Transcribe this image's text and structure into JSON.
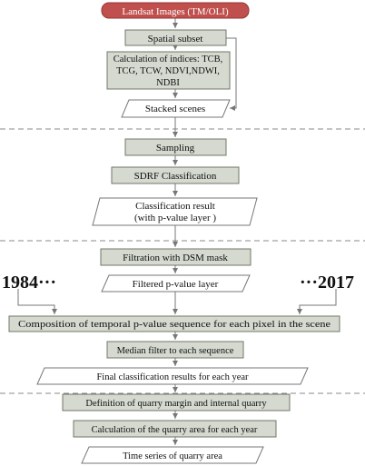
{
  "colors": {
    "start_fill": "#c0504d",
    "process_fill": "#d5d9cf",
    "process_stroke": "#6f7868",
    "io_fill": "#ffffff",
    "io_stroke": "#777777",
    "arrow": "#777777",
    "separator": "#8a8a8a"
  },
  "nodes": {
    "start": "Landsat Images (TM/OLI)",
    "spatial_subset": "Spatial subset",
    "indices_line1": "Calculation of indices: TCB,",
    "indices_line2": "TCG, TCW, NDVI,NDWI,",
    "indices_line3": "NDBI",
    "stacked_scenes": "Stacked scenes",
    "sampling": "Sampling",
    "sdrf": "SDRF Classification",
    "class_result_line1": "Classification result",
    "class_result_line2": "(with p-value layer )",
    "filtration": "Filtration with DSM mask",
    "filtered": "Filtered p-value layer",
    "composition": "Composition of temporal p-value sequence for each pixel in the scene",
    "median": "Median filter to each sequence",
    "final_results": "Final classification results for each year",
    "definition": "Definition of  quarry margin and internal quarry",
    "calc_area": "Calculation of the quarry area for each year",
    "time_series": "Time series of quarry area"
  },
  "year_labels": {
    "start": "1984···",
    "end": "···2017"
  }
}
